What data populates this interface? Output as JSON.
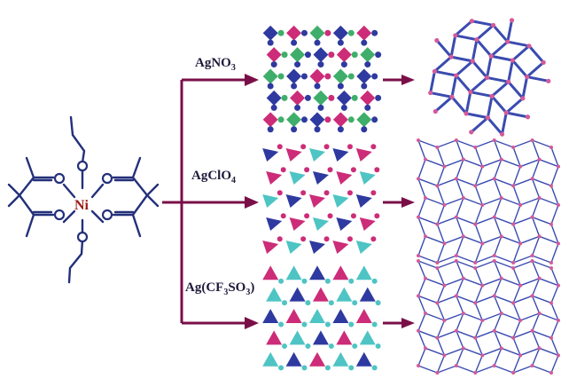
{
  "complex": {
    "metal": "Ni"
  },
  "reagents": [
    {
      "base": "AgNO",
      "sub": "3",
      "tail": ""
    },
    {
      "base": "AgClO",
      "sub": "4",
      "tail": ""
    },
    {
      "base": "Ag(CF",
      "sub": "3",
      "mid": "SO",
      "sub2": "3",
      "tail": ")"
    }
  ],
  "colors": {
    "arrow": "#7a0f48",
    "bond": "#24307a",
    "ni": "#9b1b1b",
    "blue_node": "#2e3aa0",
    "magenta_node": "#cc2c78",
    "green_node": "#3fae6a",
    "cyan_node": "#4fc4c4",
    "net_line": "#3a4bb0",
    "net_node": "#d45a9a"
  },
  "panels": [
    {
      "row": 1,
      "type": "packing",
      "palette": [
        "blue_node",
        "magenta_node",
        "green_node"
      ]
    },
    {
      "row": 2,
      "type": "packing",
      "palette": [
        "blue_node",
        "magenta_node",
        "cyan_node"
      ]
    },
    {
      "row": 3,
      "type": "packing",
      "palette": [
        "magenta_node",
        "cyan_node",
        "blue_node"
      ]
    }
  ]
}
